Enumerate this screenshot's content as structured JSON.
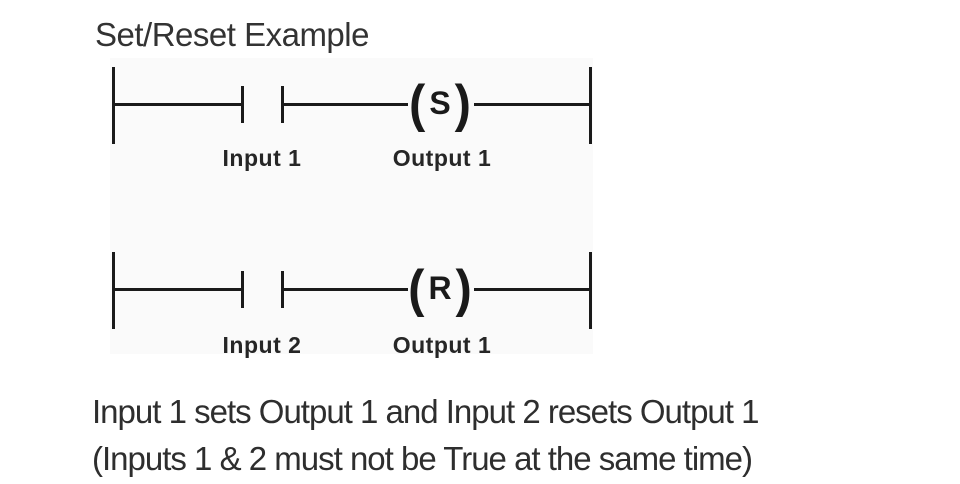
{
  "title": "Set/Reset Example",
  "colors": {
    "page_background": "#ffffff",
    "diagram_background": "#fafafa",
    "stroke": "#1a1a1a",
    "label_text": "#262626",
    "body_text": "#2e2e2e",
    "title_text": "#333333"
  },
  "diagram": {
    "type": "ladder-logic",
    "symbols": {
      "coil_paren_open": "(",
      "coil_paren_close": ")"
    },
    "rungs": [
      {
        "contact_label": "Input 1",
        "coil_letter": "S",
        "coil_label": "Output 1"
      },
      {
        "contact_label": "Input 2",
        "coil_letter": "R",
        "coil_label": "Output 1"
      }
    ]
  },
  "caption": {
    "line1": "Input 1 sets Output 1 and Input 2 resets Output 1",
    "line2": "(Inputs 1 & 2 must not be True at the same time)"
  }
}
